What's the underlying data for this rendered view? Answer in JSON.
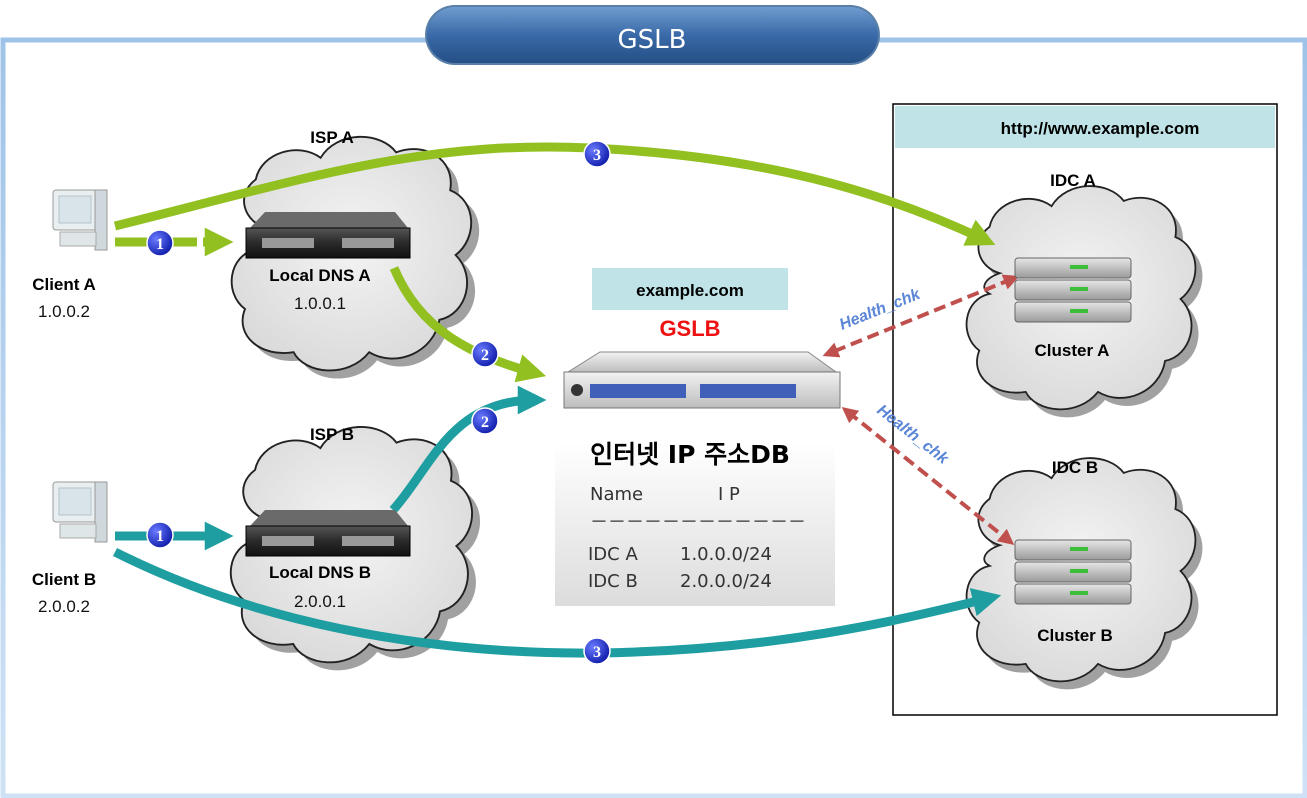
{
  "title": "GSLB",
  "clients": [
    {
      "name": "Client A",
      "ip": "1.0.0.2"
    },
    {
      "name": "Client B",
      "ip": "2.0.0.2"
    }
  ],
  "isps": [
    {
      "name": "ISP A",
      "dns_name": "Local DNS A",
      "dns_ip": "1.0.0.1"
    },
    {
      "name": "ISP B",
      "dns_name": "Local DNS B",
      "dns_ip": "2.0.0.1"
    }
  ],
  "gslb": {
    "domain": "example.com",
    "label": "GSLB",
    "db_title": "인터넷 IP 주소DB",
    "db_header_name": "Name",
    "db_header_ip": "I P",
    "db_separator": "－－－－－－－－－－－－",
    "db_rows": [
      {
        "name": "IDC A",
        "ip": "1.0.0.0/24"
      },
      {
        "name": "IDC B",
        "ip": "2.0.0.0/24"
      }
    ]
  },
  "site": {
    "url": "http://www.example.com",
    "idcs": [
      {
        "name": "IDC A",
        "cluster": "Cluster A"
      },
      {
        "name": "IDC B",
        "cluster": "Cluster B"
      }
    ]
  },
  "health_label": "Health_chk",
  "steps": {
    "one": "1",
    "two": "2",
    "three": "3"
  },
  "colors": {
    "flow_a": "#92c020",
    "flow_b": "#1e9ea0",
    "health": "#c0504d",
    "step_badge": "#1428c8",
    "title_bar": "#2f5f9a"
  }
}
